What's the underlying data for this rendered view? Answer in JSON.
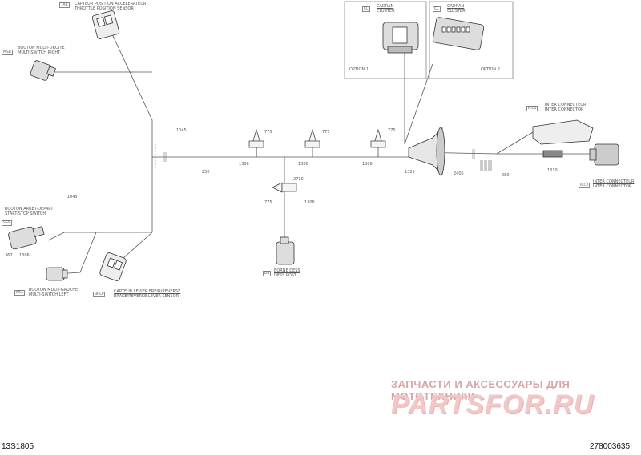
{
  "drawing": {
    "ref_left": "13S1805",
    "ref_right": "278003635"
  },
  "labels": {
    "throttle_fr": "CAPTEUR POSITION ACCELERATEUR",
    "throttle_en": "THROTTLE POSITION SENSOR",
    "throttle_code": "TAB",
    "multiswitch_right_fr": "BOUTON MULTI-DROITE",
    "multiswitch_right_en": "MULTI-SWITCH RIGHT",
    "multiswitch_right_code": "MSR",
    "cluster1_label": "CLUSTER",
    "cluster1_fr": "CADRAN",
    "cluster1_code": "CL",
    "cluster1_option": "OPTION 1",
    "cluster2_label": "CLUSTER",
    "cluster2_fr": "CADRAN",
    "cluster2_code": "CL",
    "cluster2_option": "OPTION 2",
    "inter_fr": "INTER CONNECTEUR",
    "inter_en": "INTER CONNECTOR",
    "inter_code": "ICC1",
    "inter2_fr": "INTER CONNECTEUR",
    "inter2_en": "INTER CONNECTOR",
    "inter2_code": "ICC2",
    "startstop_fr": "BOUTON ARRET-DEPART",
    "startstop_en": "START-STOP SWITCH",
    "startstop_code": "SSS",
    "multileft_fr": "BOUTON MULTI-GAUCHE",
    "multileft_en": "MULTI-SWITCH LEFT",
    "multileft_code": "MSL",
    "brake_fr": "CAPTEUR LEVIER FREIN/REVERSE",
    "brake_en": "BRAKE/REVERSE LEVER SENSOR",
    "brake_code": "BRLP",
    "dess_fr": "BORNE DESS",
    "dess_en": "DESS POST",
    "dess_code": "DS"
  },
  "dims": {
    "d1": "1045",
    "d2": "775",
    "d3": "775",
    "d4": "775",
    "d5": "1306",
    "d6": "1306",
    "d7": "1306",
    "d8": "1325",
    "d9": "1310",
    "d10": "775",
    "d11": "1306",
    "d12": "1045",
    "d13": "367",
    "d14": "1306",
    "d15": "250",
    "d16": "2710",
    "d17": "2405",
    "d18": "280"
  },
  "watermark": {
    "line1": "ЗАПЧАСТИ И АКСЕССУАРЫ ДЛЯ МОТОТЕХНИКИ",
    "line2": "PARTSFOR.RU"
  },
  "colors": {
    "line": "#555555",
    "watermark_red": "#e9a8a8"
  }
}
